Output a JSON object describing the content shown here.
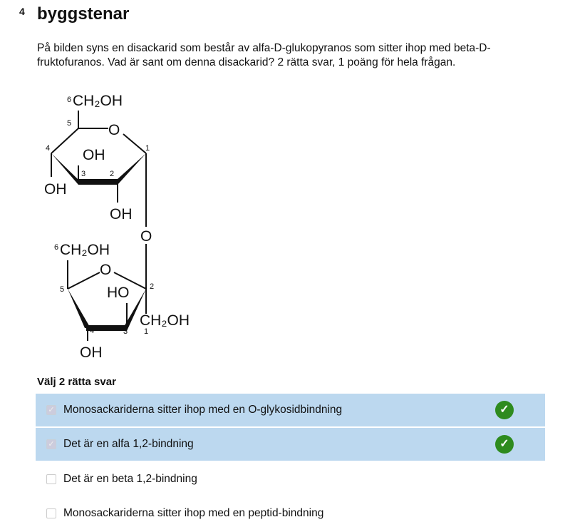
{
  "question": {
    "number": "4",
    "title": "byggstenar",
    "prompt": "På bilden syns en disackarid som består av alfa-D-glukopyranos som sitter ihop med beta-D-fruktofuranos. Vad är sant om denna disackarid? 2 rätta svar, 1 poäng för hela frågan."
  },
  "structure": {
    "ch2oh": "CH₂OH",
    "oh": "OH",
    "ho": "HO",
    "o": "O",
    "six": "6",
    "labels": [
      "1",
      "2",
      "3",
      "4",
      "5"
    ]
  },
  "answers_heading": "Välj 2 rätta svar",
  "options": [
    {
      "label": "Monosackariderna sitter ihop med en O-glykosidbindning",
      "checked": true,
      "correct": true
    },
    {
      "label": "Det är en alfa 1,2-bindning",
      "checked": true,
      "correct": true
    },
    {
      "label": "Det är en beta 1,2-bindning",
      "checked": false
    },
    {
      "label": "Monosackariderna sitter ihop med en peptid-bindning",
      "checked": false
    }
  ],
  "colors": {
    "selected_bg": "#bcd8ef",
    "correct": "#2e8b1e"
  }
}
